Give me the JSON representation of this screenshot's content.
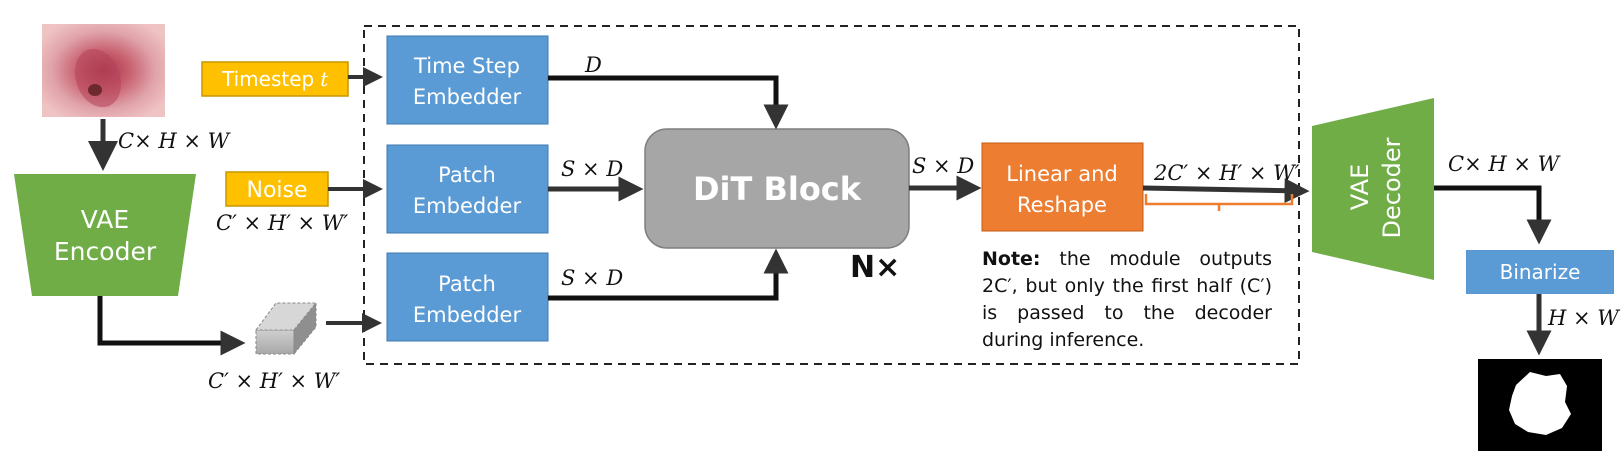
{
  "inputs": {
    "timestep_label": "Timestep",
    "timestep_var": "t",
    "noise_label": "Noise"
  },
  "blocks": {
    "time_step_embedder": [
      "Time Step",
      "Embedder"
    ],
    "patch_embedder_1": [
      "Patch",
      "Embedder"
    ],
    "patch_embedder_2": [
      "Patch",
      "Embedder"
    ],
    "dit_block": "DiT Block",
    "linear_reshape": [
      "Linear and",
      "Reshape"
    ],
    "vae_encoder": [
      "VAE",
      "Encoder"
    ],
    "vae_decoder": [
      "VAE",
      "Decoder"
    ],
    "binarize": "Binarize"
  },
  "dims": {
    "image_in": "C× H × W",
    "noise": "C′ × H′ × W′",
    "latent": "C′ × H′ × W′",
    "timestep_out": "D",
    "patch1_out": "S × D",
    "patch2_out": "S × D",
    "dit_out": "S × D",
    "linear_out": "2C′ × H′ × W′",
    "decoder_out": "C× H × W",
    "binarize_out": "H × W"
  },
  "repeat_label": "N×",
  "note": {
    "bold": "Note:",
    "text": "the module outputs 2C′, but only the first half (C′) is passed to the decoder during inference."
  },
  "colors": {
    "blue": "#5b9bd5",
    "orange_box": "#ed7d31",
    "yellow": "#ffc000",
    "green": "#70ad47",
    "gray": "#a6a6a6"
  }
}
